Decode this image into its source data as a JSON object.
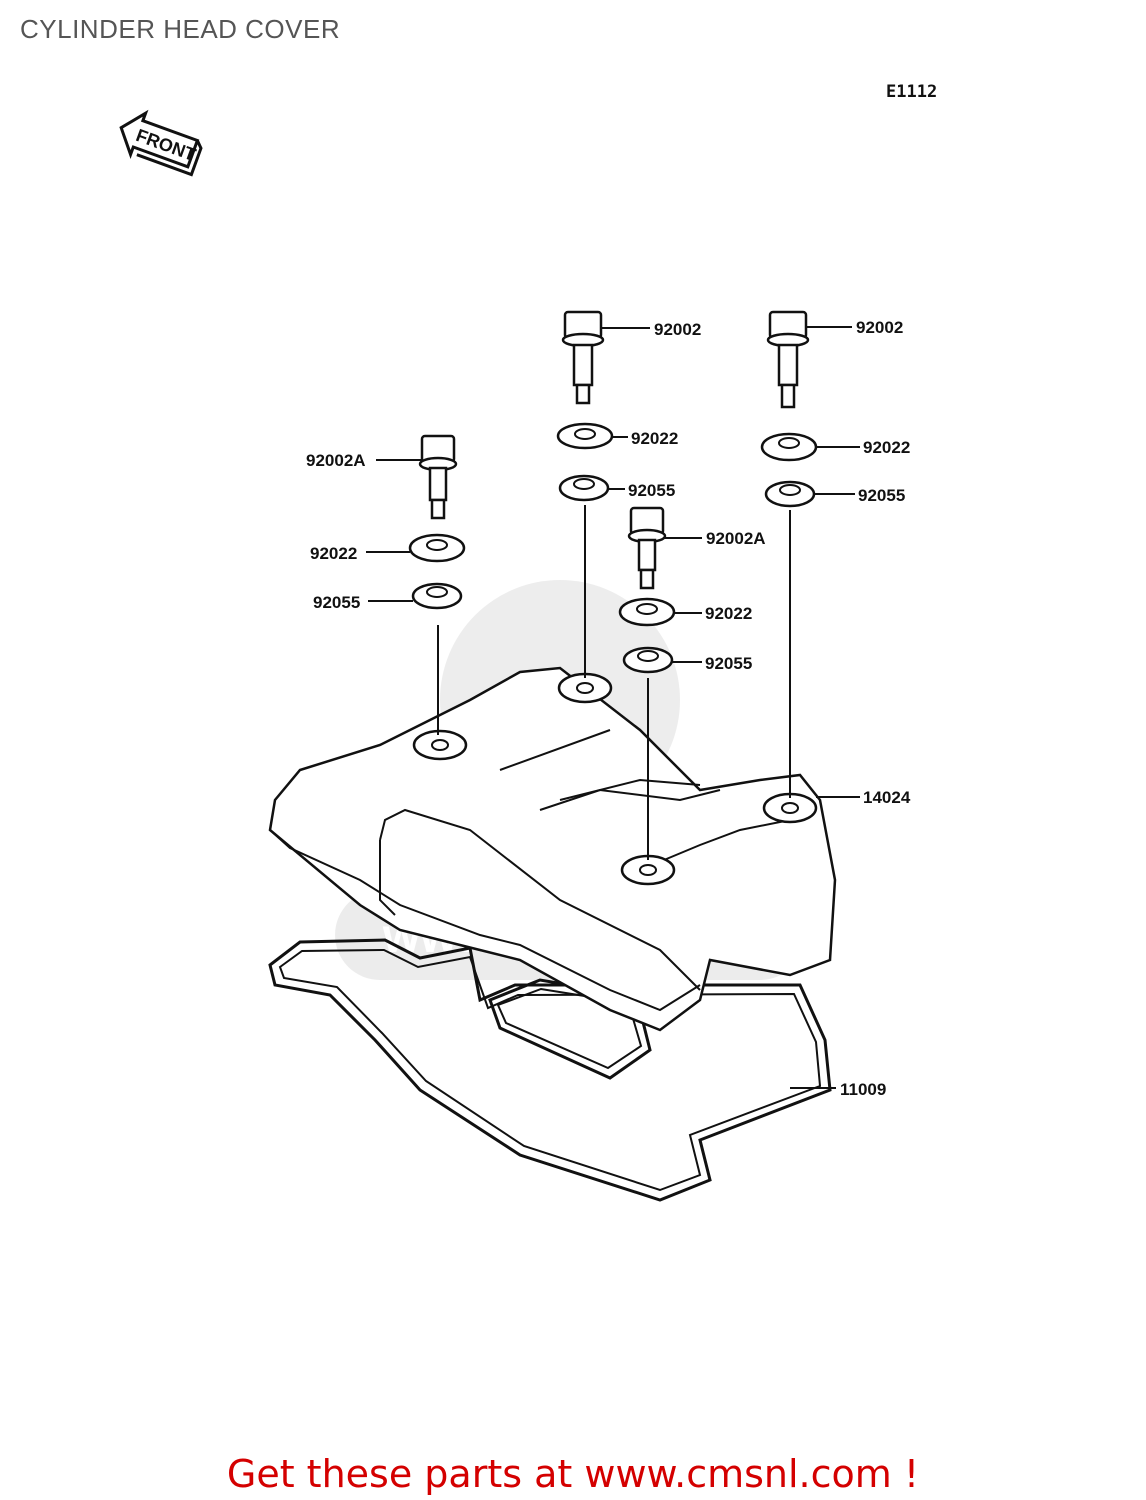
{
  "title": "CYLINDER HEAD COVER",
  "diagram_code": "E1112",
  "front_marker": "FRONT",
  "footer": "Get these parts at www.cmsnl.com !",
  "watermark": "www.cmsnl.com",
  "colors": {
    "footer": "#d40000",
    "title": "#555555",
    "linework": "#111111"
  },
  "parts": [
    {
      "id": "p1",
      "number": "92002"
    },
    {
      "id": "p2",
      "number": "92002"
    },
    {
      "id": "p3",
      "number": "92022"
    },
    {
      "id": "p4",
      "number": "92055"
    },
    {
      "id": "p5",
      "number": "92022"
    },
    {
      "id": "p6",
      "number": "92055"
    },
    {
      "id": "p7",
      "number": "92002A"
    },
    {
      "id": "p8",
      "number": "92022"
    },
    {
      "id": "p9",
      "number": "92055"
    },
    {
      "id": "p10",
      "number": "92002A"
    },
    {
      "id": "p11",
      "number": "92022"
    },
    {
      "id": "p12",
      "number": "92055"
    },
    {
      "id": "p13",
      "number": "14024"
    },
    {
      "id": "p14",
      "number": "11009"
    }
  ]
}
